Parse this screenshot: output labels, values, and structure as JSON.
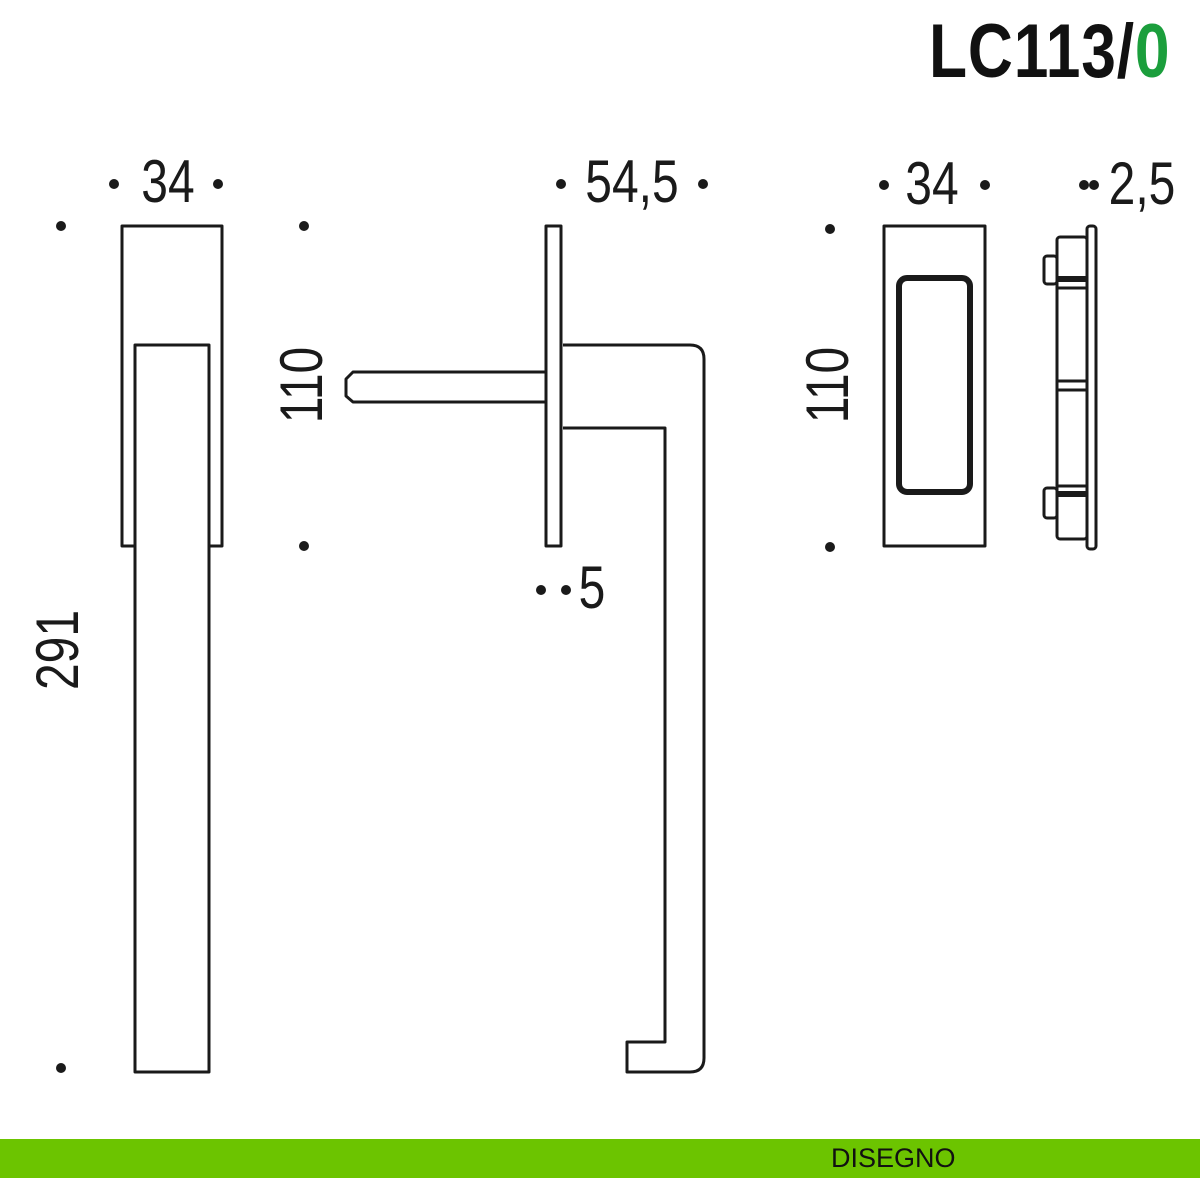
{
  "title": {
    "code": "LC113/",
    "variant": "0",
    "variant_color": "#1b9e3c"
  },
  "footer": {
    "label": "DISEGNO",
    "color": "#6cc400"
  },
  "dimensions": {
    "front_width": "34",
    "side_depth": "54,5",
    "rose_width": "34",
    "rose_thickness": "2,5",
    "rose_height_side": "110",
    "rose_height_front": "110",
    "total_height": "291",
    "plate_thickness": "5"
  }
}
